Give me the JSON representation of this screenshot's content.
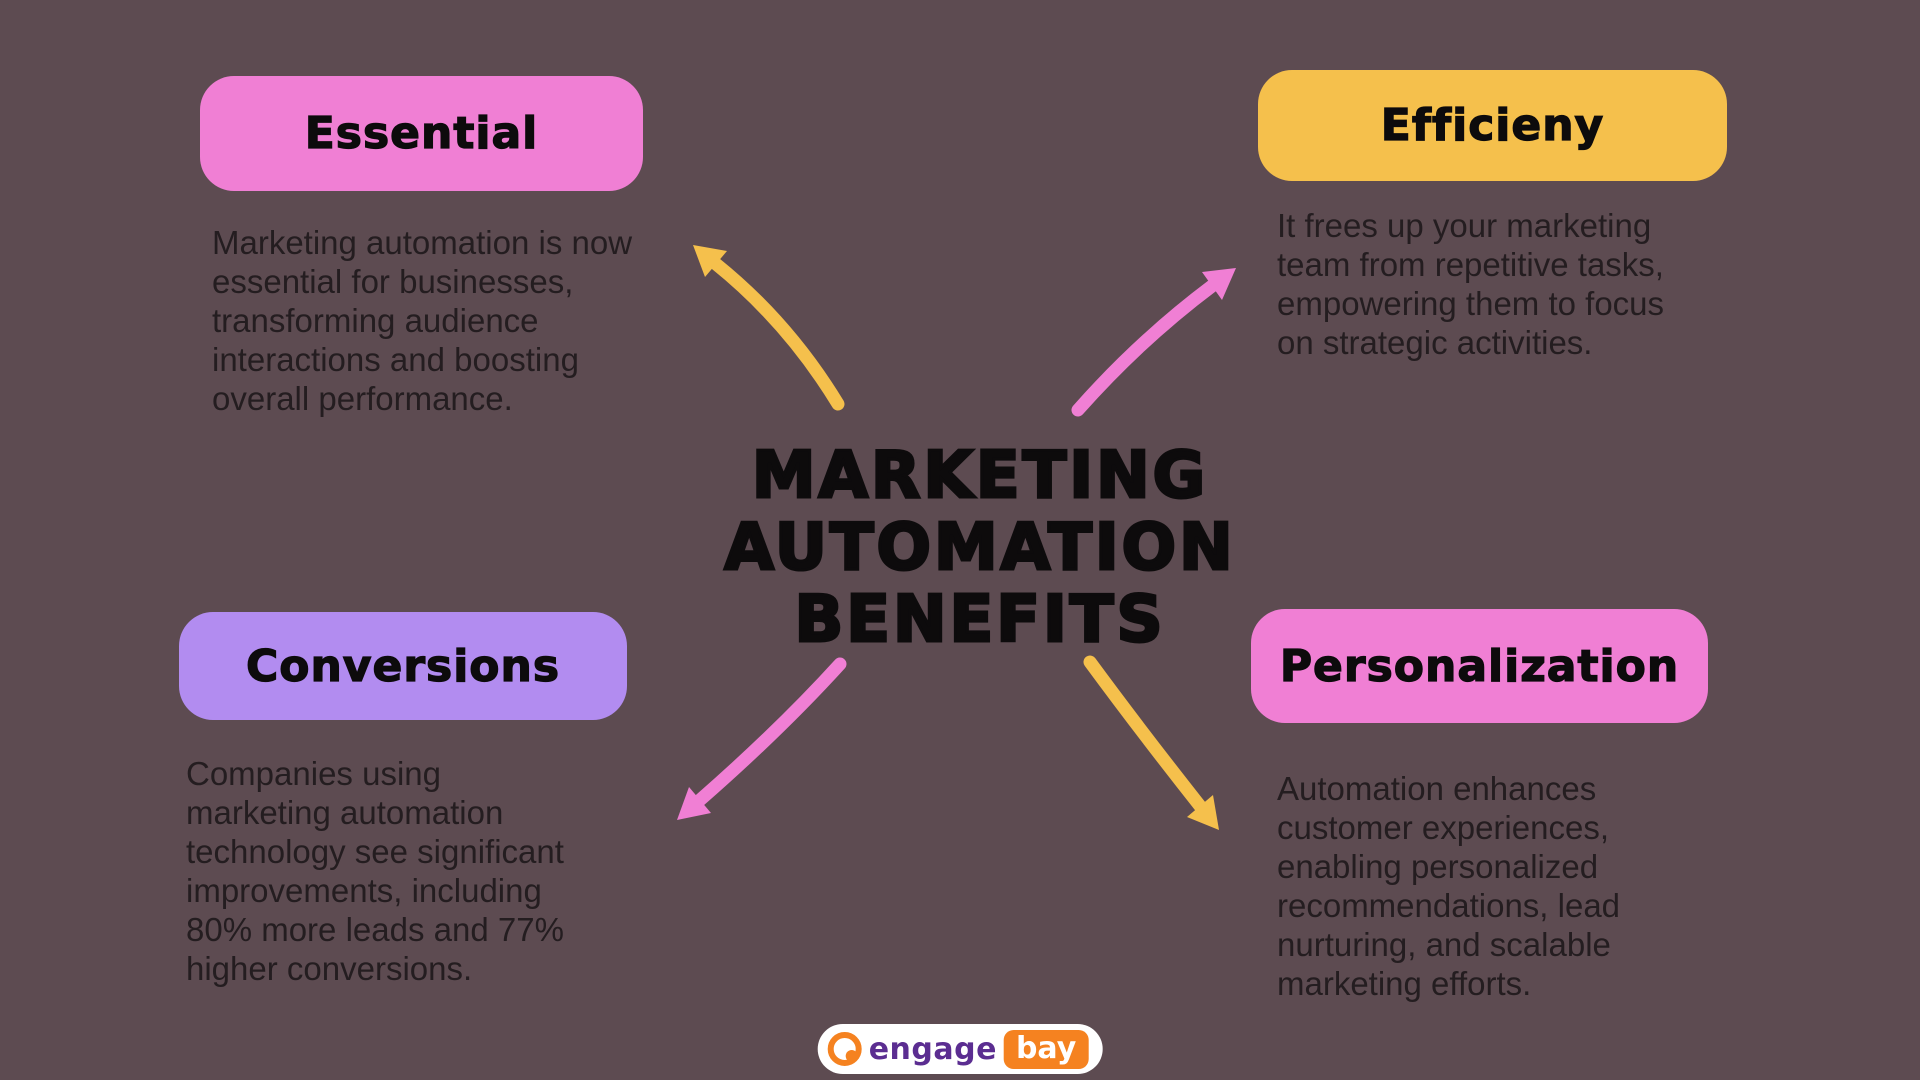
{
  "title": {
    "lines": [
      "MARKETING",
      "AUTOMATION",
      "BENEFITS"
    ]
  },
  "sections": {
    "essential": {
      "label": "Essential",
      "body": "Marketing automation is now essential for businesses, transforming audience interactions and boosting overall performance."
    },
    "efficiency": {
      "label": "Efficieny",
      "body": "It frees up your marketing team from repetitive tasks, empowering them to focus on strategic activities."
    },
    "conversions": {
      "label": "Conversions",
      "body": "Companies using marketing automation technology see significant improvements, including 80% more leads and 77% higher conversions."
    },
    "personalization": {
      "label": "Personalization",
      "body": "Automation enhances customer experiences, enabling personalized recommendations, lead nurturing, and scalable marketing efforts."
    }
  },
  "logo": {
    "engage": "engage",
    "bay": "bay"
  },
  "colors": {
    "bg": "#5d4b51",
    "pink": "#f07fd4",
    "yellow": "#f5c04c",
    "purple": "#b28cf0",
    "ink": "#0d0b0c",
    "body-ink": "#241d20",
    "logo-purple": "#5b2d91",
    "logo-orange": "#f58220",
    "white": "#ffffff"
  }
}
